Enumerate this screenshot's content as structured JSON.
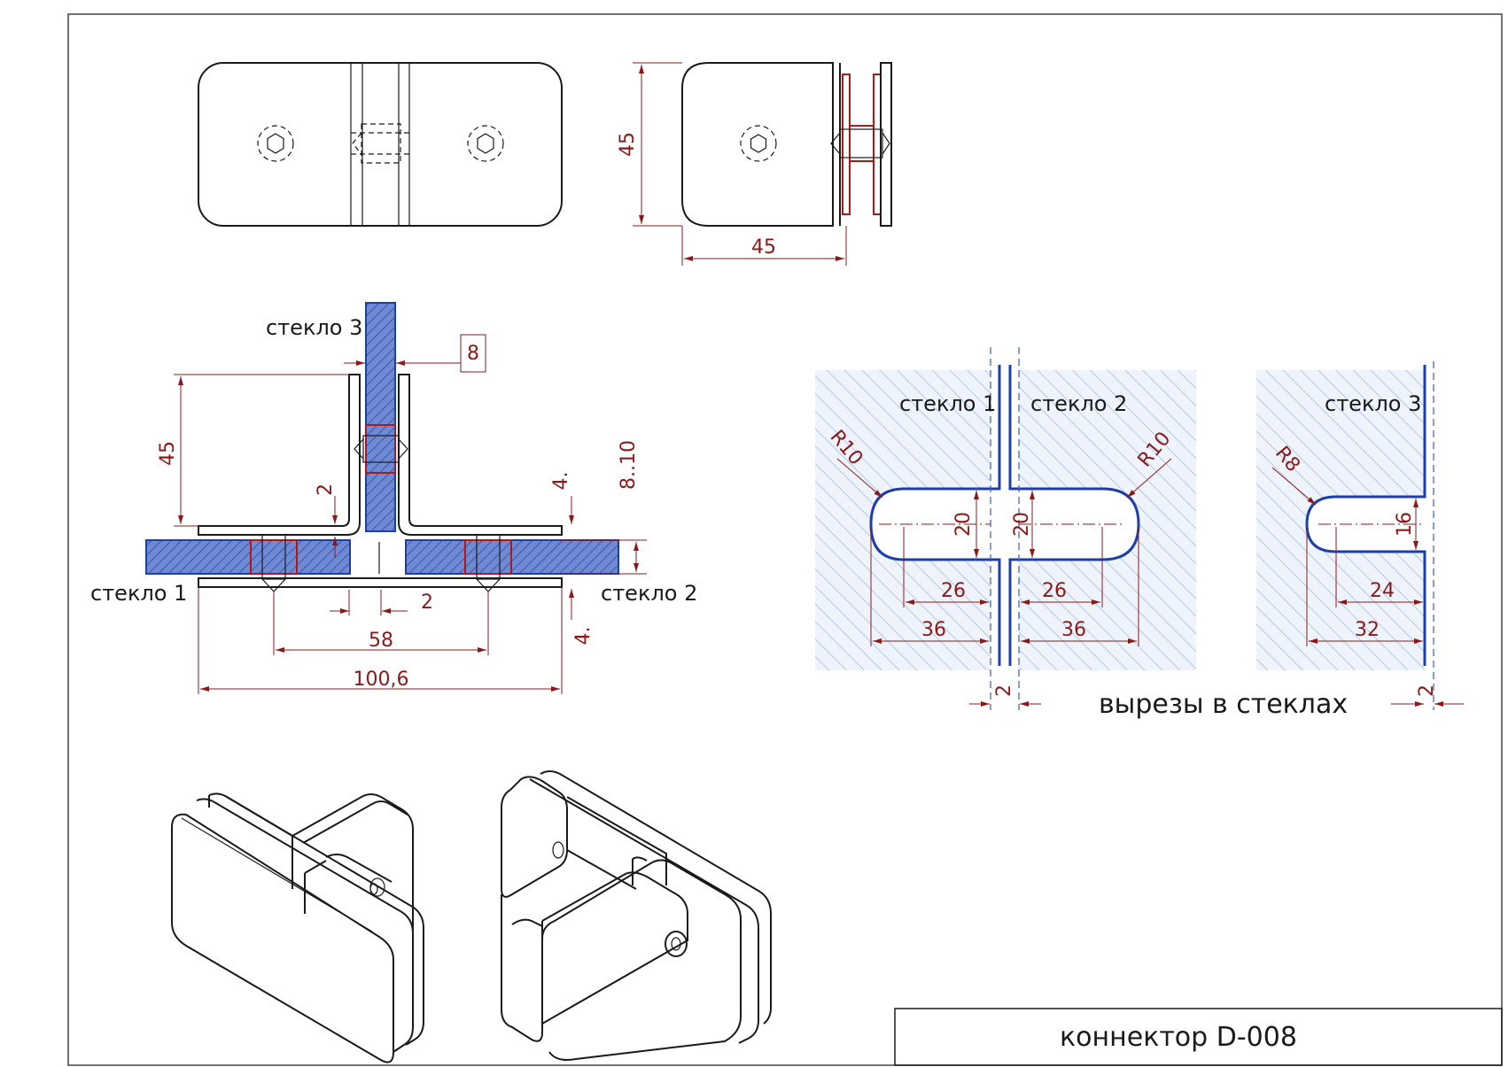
{
  "title": "коннектор D-008",
  "cutouts_caption": "вырезы в стеклах",
  "labels": {
    "glass1": "стекло 1",
    "glass2": "стекло 2",
    "glass3": "стекло 3"
  },
  "dims": {
    "top_height": "45",
    "top_width": "45",
    "sec_height": "45",
    "sec_gap": "8",
    "sec_plate": "2",
    "sec_range": "8..10",
    "sec_4a": "4.",
    "sec_4b": "4.",
    "sec_2": "2",
    "sec_58": "58",
    "sec_100": "100,6",
    "c_r10a": "R10",
    "c_r10b": "R10",
    "c_r8": "R8",
    "c_20a": "20",
    "c_20b": "20",
    "c_16": "16",
    "c_26a": "26",
    "c_26b": "26",
    "c_24": "24",
    "c_36a": "36",
    "c_36b": "36",
    "c_32": "32",
    "c_2a": "2",
    "c_2b": "2"
  },
  "colors": {
    "glass_fill": "#5a78c8",
    "glass_outline": "#1f3fa8",
    "dimension": "#8a1a1a",
    "gasket": "#b01818"
  }
}
